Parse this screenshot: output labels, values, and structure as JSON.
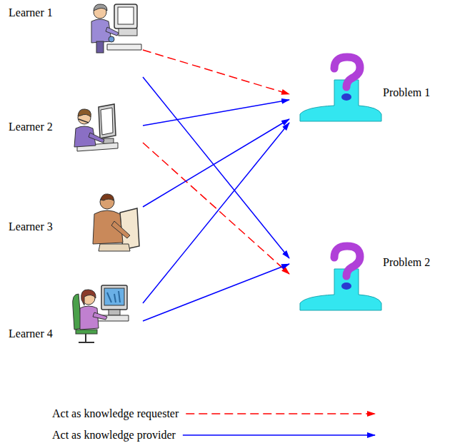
{
  "diagram": {
    "nodes": [
      {
        "text": [
          "Learner 1"
        ]
      },
      {
        "text": [
          "Learner 2"
        ]
      },
      {
        "text": [
          "Learner 3"
        ]
      },
      {
        "text": [
          "Learner 4"
        ]
      },
      {
        "text": [
          "Problem 1"
        ]
      },
      {
        "text": [
          "Problem 2"
        ]
      }
    ],
    "edges": [
      {
        "from": 0,
        "to": 4,
        "arrow": "to"
      },
      {
        "from": 0,
        "to": 5,
        "arrow": "to"
      },
      {
        "from": 1,
        "to": 4,
        "arrow": "to"
      },
      {
        "from": 1,
        "to": 5,
        "arrow": "to"
      },
      {
        "from": 2,
        "to": 4,
        "arrow": "to"
      },
      {
        "from": 3,
        "to": 4,
        "arrow": "to"
      },
      {
        "from": 3,
        "to": 5,
        "arrow": "to"
      }
    ],
    "legend": [
      {
        "text": "Act as knowledge requester"
      },
      {
        "text": "Act as knowledge provider"
      }
    ]
  }
}
